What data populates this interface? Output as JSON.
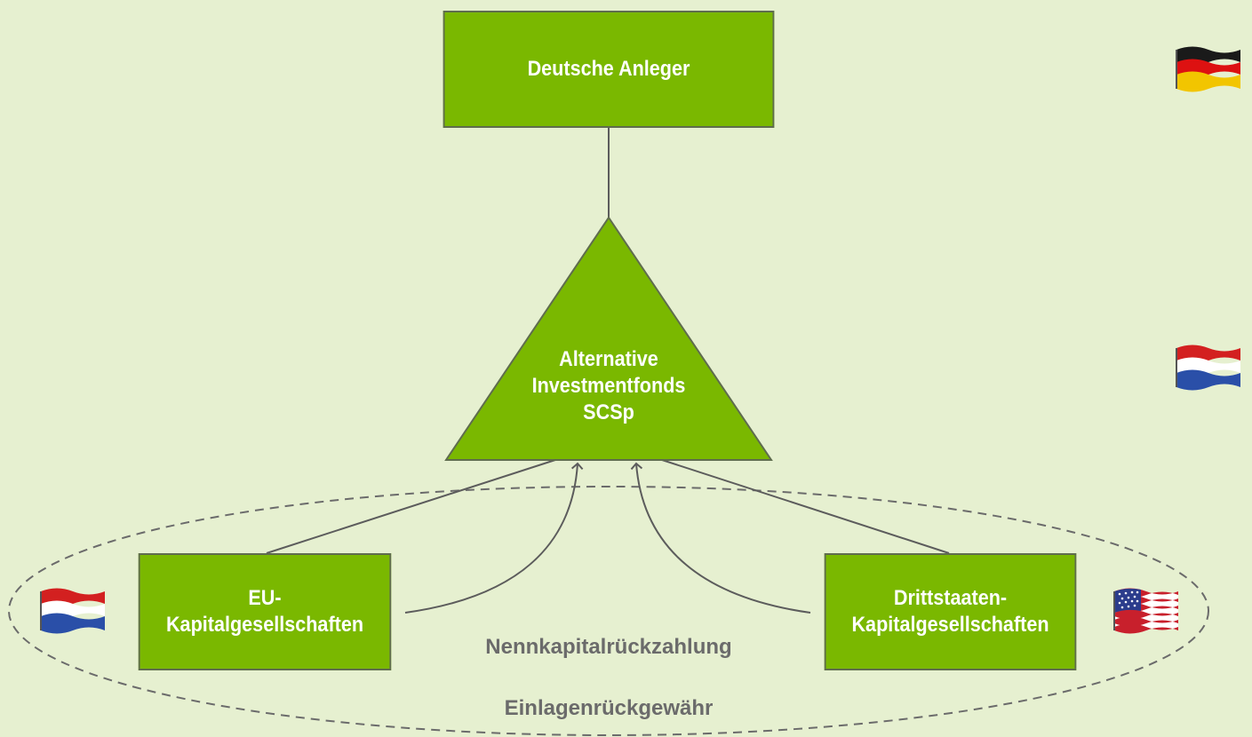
{
  "nodes": {
    "top": {
      "label": "Deutsche Anleger"
    },
    "fund": {
      "line1": "Alternative",
      "line2": "Investmentfonds",
      "line3": "SCSp"
    },
    "left": {
      "line1": "EU-",
      "line2": "Kapitalgesellschaften"
    },
    "right": {
      "line1": "Drittstaaten-",
      "line2": "Kapitalgesellschaften"
    }
  },
  "captions": {
    "repayment": "Nennkapitalrückzahlung",
    "return": "Einlagenrückgewähr"
  },
  "flags": {
    "top_right": "germany-flag",
    "mid_right": "netherlands-flag",
    "left": "netherlands-flag",
    "right": "usa-flag"
  },
  "colors": {
    "background": "#e6f0d0",
    "node_fill": "#7ab800",
    "node_border": "#5f6c4e",
    "connector": "#5c5c5c",
    "caption_text": "#6b6b6b"
  }
}
